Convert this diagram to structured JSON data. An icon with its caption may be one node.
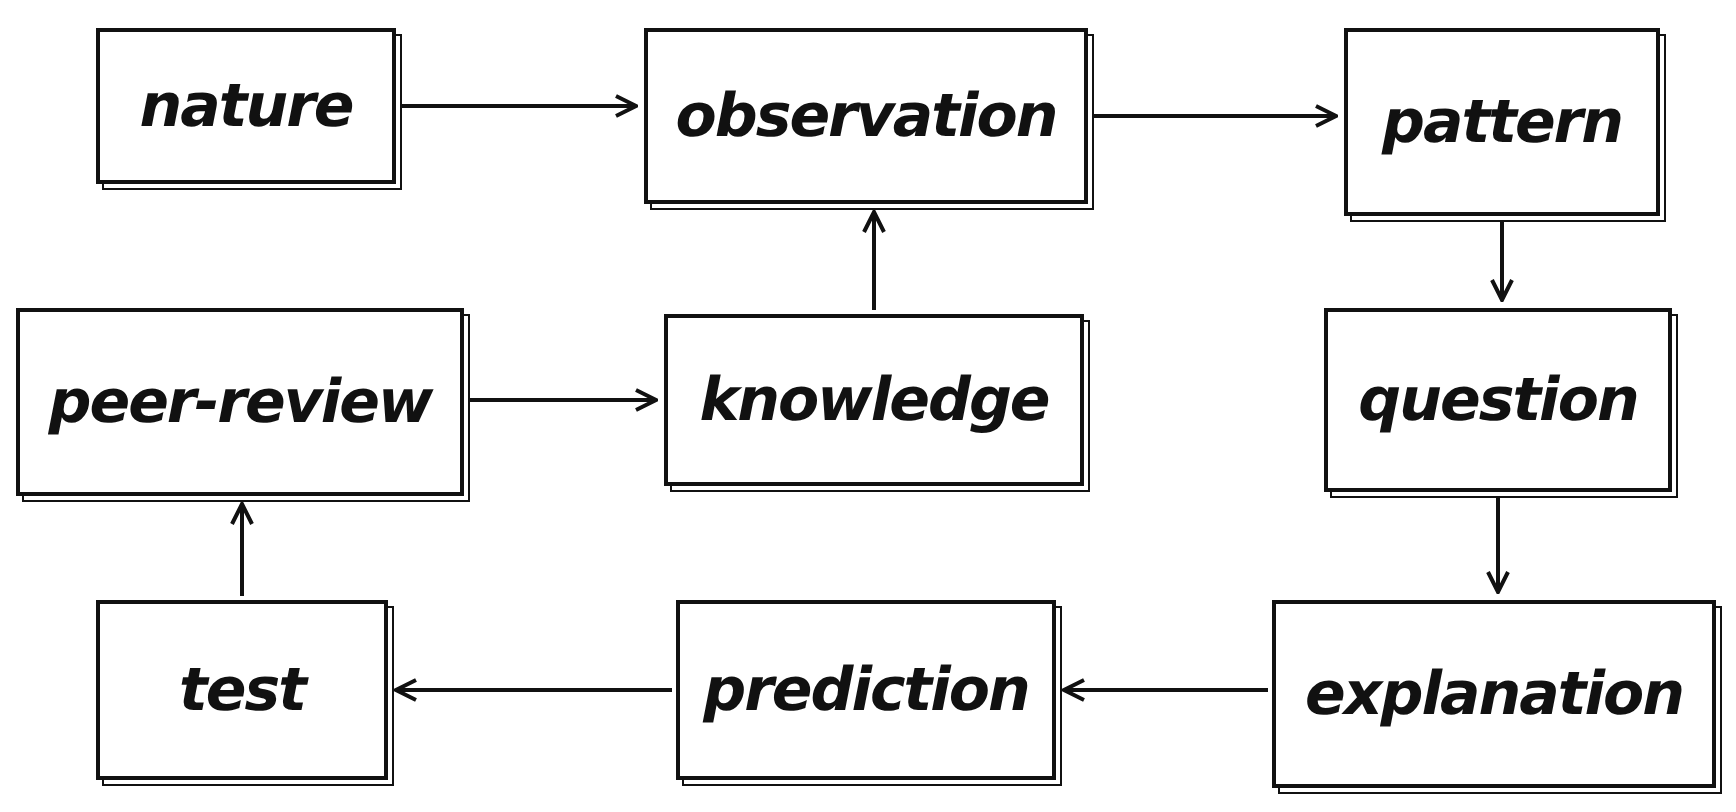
{
  "diagram": {
    "nodes": [
      {
        "text": [
          "nature"
        ]
      },
      {
        "text": [
          "observation"
        ]
      },
      {
        "text": [
          "pattern"
        ]
      },
      {
        "text": [
          "peer-review"
        ]
      },
      {
        "text": [
          "knowledge"
        ]
      },
      {
        "text": [
          "question"
        ]
      },
      {
        "text": [
          "test"
        ]
      },
      {
        "text": [
          "prediction"
        ]
      },
      {
        "text": [
          "explanation"
        ]
      }
    ],
    "edges": [
      {
        "from": 0,
        "to": 1,
        "arrow": "to"
      },
      {
        "from": 1,
        "to": 2,
        "arrow": "to"
      },
      {
        "from": 2,
        "to": 5,
        "arrow": "to"
      },
      {
        "from": 4,
        "to": 1,
        "arrow": "to"
      },
      {
        "from": 3,
        "to": 4,
        "arrow": "to"
      },
      {
        "from": 5,
        "to": 8,
        "arrow": "to"
      },
      {
        "from": 8,
        "to": 7,
        "arrow": "to"
      },
      {
        "from": 7,
        "to": 6,
        "arrow": "to"
      },
      {
        "from": 6,
        "to": 3,
        "arrow": "to"
      }
    ]
  }
}
